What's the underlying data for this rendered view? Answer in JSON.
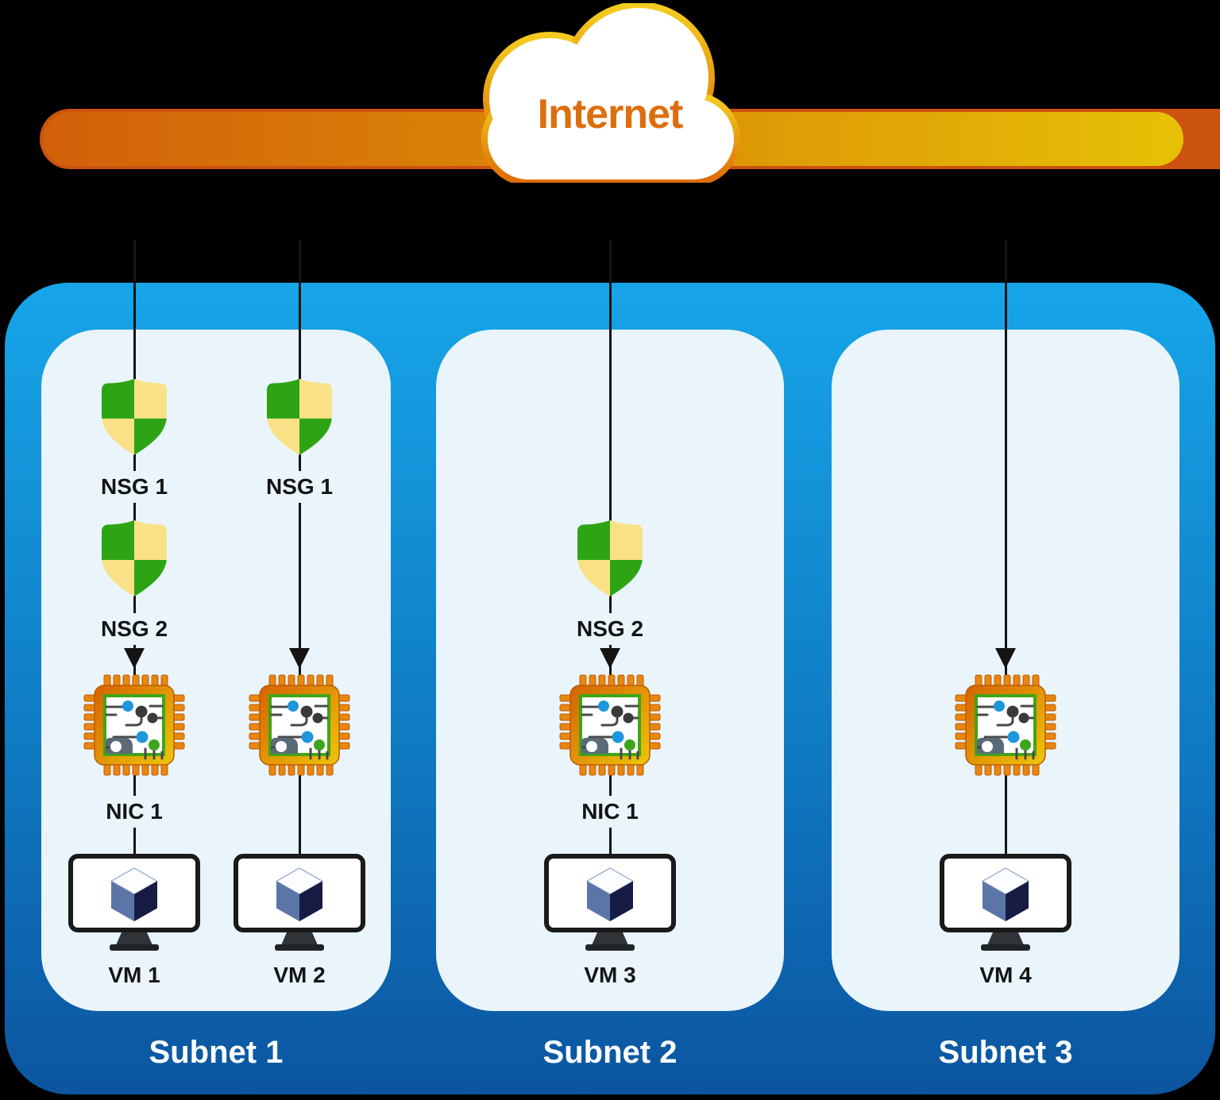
{
  "internet": {
    "label": "Internet"
  },
  "subnets": [
    {
      "label": "Subnet 1"
    },
    {
      "label": "Subnet 2"
    },
    {
      "label": "Subnet 3"
    }
  ],
  "columns": [
    {
      "icons": [
        "nsg-shield",
        "nsg-shield",
        "nic-chip",
        "vm-monitor"
      ],
      "labels": {
        "nsg1": "NSG 1",
        "nsg2": "NSG 2",
        "nic": "NIC 1",
        "vm": "VM 1"
      }
    },
    {
      "icons": [
        "nsg-shield",
        "nic-chip",
        "vm-monitor"
      ],
      "labels": {
        "nsg1": "NSG 1",
        "vm": "VM 2"
      }
    },
    {
      "icons": [
        "nsg-shield",
        "nic-chip",
        "vm-monitor"
      ],
      "labels": {
        "nsg2": "NSG 2",
        "nic": "NIC 1",
        "vm": "VM 3"
      }
    },
    {
      "icons": [
        "nic-chip",
        "vm-monitor"
      ],
      "labels": {
        "vm": "VM 4"
      }
    }
  ],
  "colors": {
    "background": "#000000",
    "bar_orange": "#D2600A",
    "bar_yellow": "#E6C106",
    "bar_backing": "#CC5210",
    "cloud_border_top": "#F4CB1E",
    "cloud_border_bottom": "#DF6D07",
    "internet_text": "#DD6E0E",
    "vnet_blue_top": "#17A5E9",
    "vnet_blue_bottom": "#0C55A0",
    "subnet_fill": "#E9F5FB",
    "nsg_green": "#2EA414",
    "nsg_yellow": "#FAE187",
    "chip_orange": "#D56203",
    "chip_yellow": "#EDC70A",
    "cube_dark_navy": "#171C45",
    "cube_blue": "#5C75A7",
    "line_color": "#141414"
  }
}
